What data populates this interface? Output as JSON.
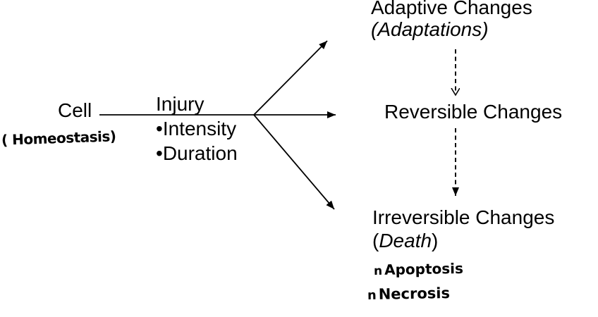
{
  "canvas": {
    "background_color": "#ffffff",
    "ink_color": "#000000"
  },
  "nodes": {
    "cell": {
      "label": "Cell",
      "annotation": "( Homeostasis)"
    },
    "injury": {
      "title": "Injury",
      "bullet": "•",
      "bullets": [
        "Intensity",
        "Duration"
      ]
    },
    "adaptive": {
      "title": "Adaptive Changes",
      "subtitle": "(Adaptations)"
    },
    "reversible": {
      "title": "Reversible Changes"
    },
    "irreversible": {
      "title": "Irreversible Changes",
      "paren_open": "(",
      "subtitle": "Death",
      "paren_close": ")"
    },
    "notes": [
      {
        "marker": "n",
        "label": "Apoptosis"
      },
      {
        "marker": "n",
        "label": "Necrosis"
      }
    ]
  }
}
